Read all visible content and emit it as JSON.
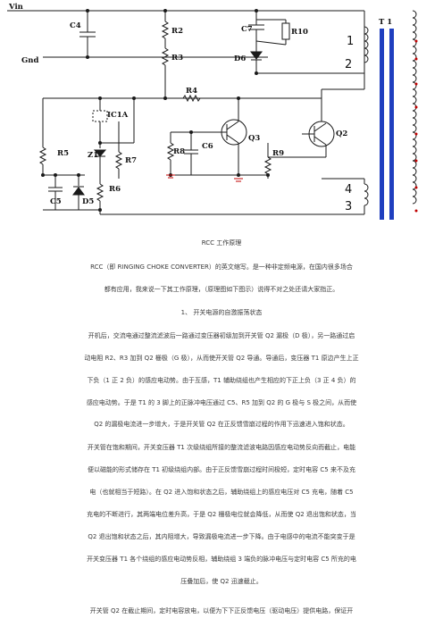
{
  "schematic": {
    "labels": {
      "vin": "Vin",
      "gnd": "Gnd",
      "c4": "C4",
      "r2": "R2",
      "r3": "R3",
      "c7": "C7",
      "r10": "R10",
      "d6": "D6",
      "t1": "T 1",
      "r4": "R4",
      "ic1a": "IC1A",
      "z1": "Z1",
      "r5": "R5",
      "r7": "R7",
      "r6": "R6",
      "c5": "C5",
      "d5": "D5",
      "r8": "R8",
      "c6": "C6",
      "q3": "Q3",
      "r9": "R9",
      "q2": "Q2",
      "w1": "1",
      "w2": "2",
      "w3": "3",
      "w4": "4"
    }
  },
  "article": {
    "title": "RCC 工作原理",
    "intro": [
      "RCC（即 RINGING CHOKE CONVERTER）的英文缩写。是一种非定频电源，在国内很多场合",
      "都有应用，我来说一下其工作原理，（原理图如下图示）说得不对之处还请大家指正。"
    ],
    "section1": "1、 开关电源的自激振荡状态",
    "para1": [
      "开机后，交流电通过整流滤波后一路通过变压器初级加到开关管 Q2 漏极（D 极），另一路通过启",
      "动电阻 R2、R3 加到 Q2 栅极（G 极），从而使开关管 Q2 导通。导通后，变压器 T1 原边产生上正",
      "下负（1 正 2 负）的感应电动势。由于互感，T1 辅助绕组也产生相应的下正上负（3 正 4 负）的",
      "感应电动势。于是 T1 的 3 脚上的正脉冲电压通过 C5、R5 加到 Q2 的 G 极与 S 极之间，从而使",
      "Q2 的漏极电流进一步增大，于是开关管 Q2 在正反馈雪崩过程的作用下迅速进入饱和状态。"
    ],
    "para2": [
      "开关管在饱和期间，开关变压器 T1 次级绕组所接的整流滤波电路因感应电动势反向而截止，电能",
      "便以磁能的形式储存在 T1 初级绕组内部。由于正反馈雪崩过程时间极短，定时电容 C5 来不及充",
      "电（也就相当于短路）。在 Q2 进入饱和状态之后，辅助绕组上的感应电压对 C5 充电，随着 C5",
      "充电的不断进行，其两端电位差升高，于是 Q2 栅极电位就会降低，从而使 Q2 退出饱和状态，当",
      "Q2 退出饱和状态之后，其内阻增大，导致漏极电流进一步下降。由于电感中的电流不能突变于是",
      "开关变压器 T1 各个绕组的感应电动势反相，辅助绕组 3 端负的脉冲电压与定时电容 C5 所充的电",
      "压叠加后，使 Q2 迅速截止。"
    ],
    "para3": [
      "开关管 Q2 在截止期间，定时电容放电，以便为下下正反馈电压（驱动电压）提供电路，保证开"
    ]
  }
}
